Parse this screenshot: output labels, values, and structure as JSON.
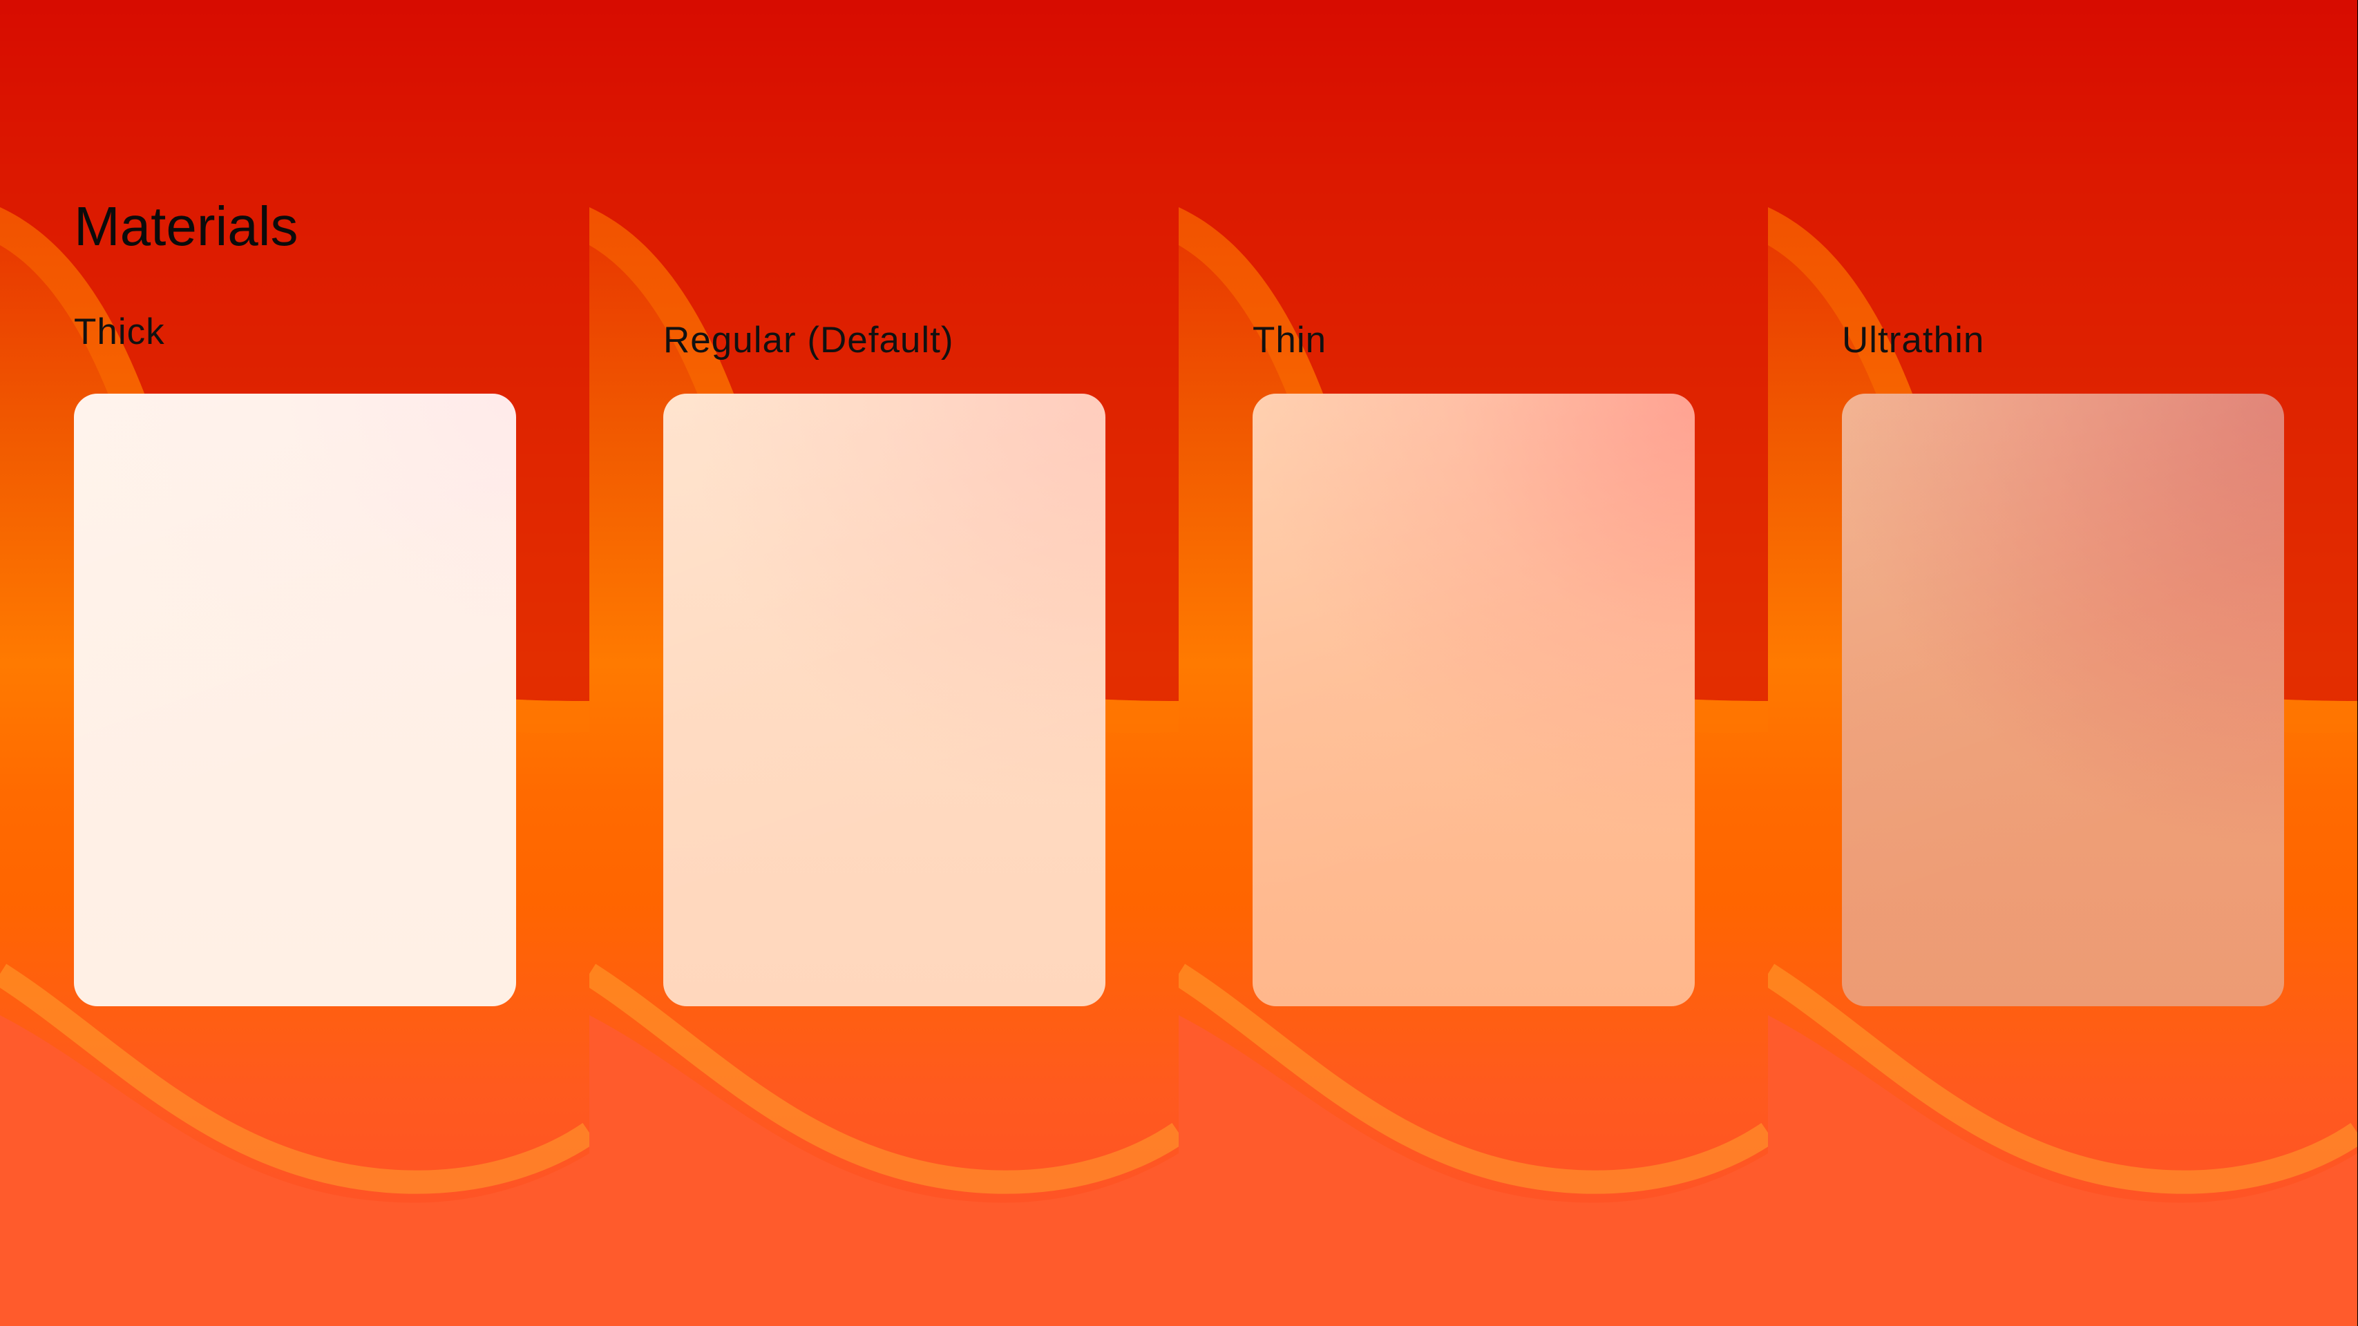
{
  "page": {
    "title": "Materials"
  },
  "materials": [
    {
      "label": "Thick",
      "style": "thick"
    },
    {
      "label": "Regular (Default)",
      "style": "regular"
    },
    {
      "label": "Thin",
      "style": "thin"
    },
    {
      "label": "Ultrathin",
      "style": "ultrathin"
    }
  ],
  "theme": {
    "background_colors": [
      "#d40000",
      "#ff6a00",
      "#ff4d2d"
    ],
    "card_colors": [
      "#fff0e5",
      "#ffd7bd",
      "#ffb78c",
      "#ed9b74"
    ]
  }
}
